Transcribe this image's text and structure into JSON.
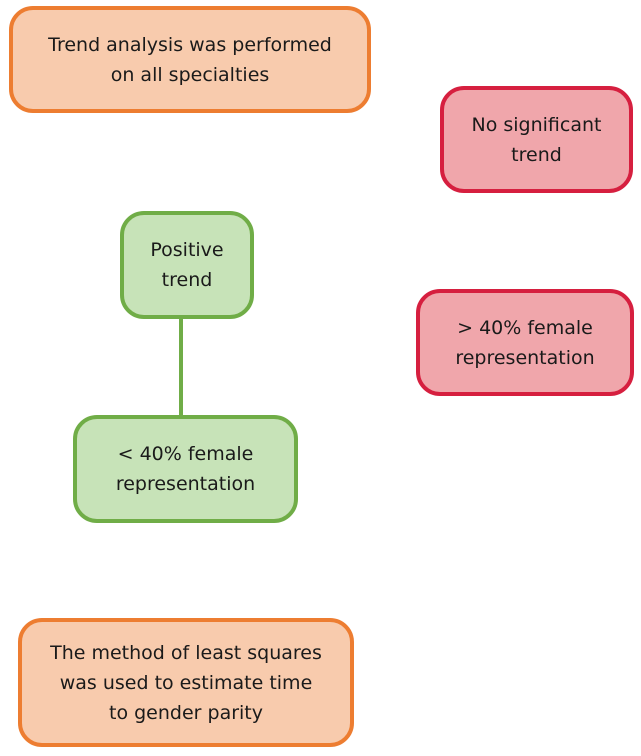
{
  "nodes": {
    "start": "Trend analysis was performed\non all specialties",
    "no_trend": "No significant\ntrend",
    "positive": "Positive\ntrend",
    "gt40": "> 40% female\nrepresentation",
    "lt40": "< 40% female\nrepresentation",
    "lsq": "The method of least squares\nwas used to estimate time\nto gender parity"
  },
  "colors": {
    "orange_fill": "#f8cbad",
    "orange_border": "#ed7d31",
    "red_fill": "#f0a6ab",
    "red_border": "#d61f3f",
    "green_fill": "#c7e3b8",
    "green_border": "#70ad47"
  }
}
